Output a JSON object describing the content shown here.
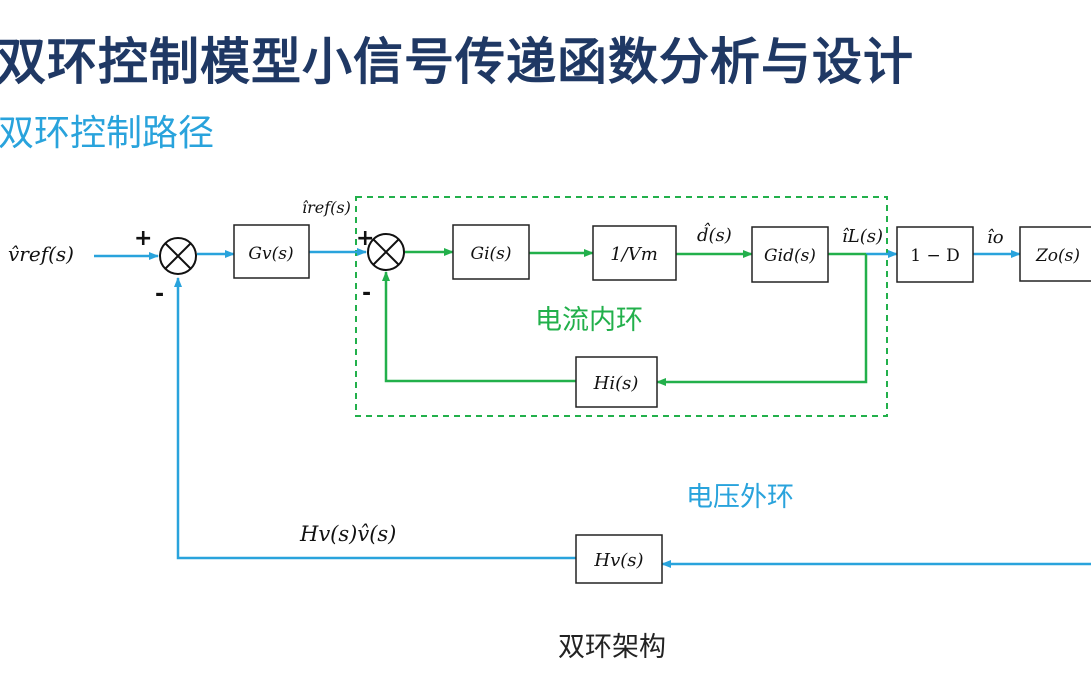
{
  "slide": {
    "title": "双环控制模型小信号传递函数分析与设计",
    "subtitle": "双环控制路径",
    "caption": "双环架构"
  },
  "diagram": {
    "colors": {
      "outer_loop": "#29A3DC",
      "inner_loop": "#22B04B",
      "title": "#1F3864",
      "block_border": "#222222"
    },
    "signals": {
      "v_ref": "v̂ref(s)",
      "i_ref": "îref(s)",
      "d": "d̂(s)",
      "i_L": "îL(s)",
      "i_o": "îo",
      "feedback_v": "Hv(s)v̂(s)"
    },
    "summers": [
      {
        "plus": "+",
        "minus": "-"
      },
      {
        "plus": "+",
        "minus": "-"
      }
    ],
    "blocks": {
      "Gv": "Gv(s)",
      "Gi": "Gi(s)",
      "Vm": "1/Vm",
      "Gid": "Gid(s)",
      "one_minus_D": "1 − D",
      "Zo": "Zo(s)",
      "Hi": "Hi(s)",
      "Hv": "Hv(s)"
    },
    "loops": {
      "inner": "电流内环",
      "outer": "电压外环"
    }
  }
}
